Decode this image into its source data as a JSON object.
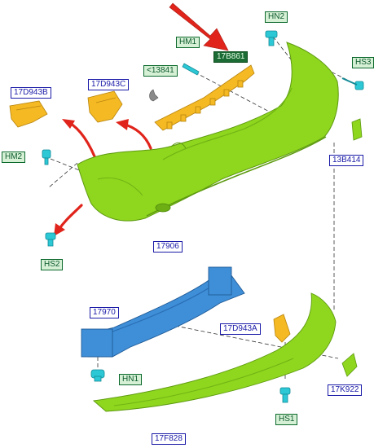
{
  "labels": {
    "hn2": "HN2",
    "hm1": "HM1",
    "p17b861": "17B861",
    "p13841": "<13841",
    "hs3": "HS3",
    "p17d943b": "17D943B",
    "p17d943c": "17D943C",
    "hm2": "HM2",
    "p13b414": "13B414",
    "p17906": "17906",
    "hs2": "HS2",
    "p17970": "17970",
    "p17d943a": "17D943A",
    "hn1": "HN1",
    "p17k922": "17K922",
    "hs1": "HS1",
    "p17f828": "17F828"
  },
  "colors": {
    "bumper": "#8fd61e",
    "absorber": "#f5b923",
    "beam": "#3f8fd8",
    "fastener": "#2cc8d6",
    "arrow": "#e0241b",
    "label_blue": "#1a1aa8",
    "label_green": "#0d6a2d"
  }
}
